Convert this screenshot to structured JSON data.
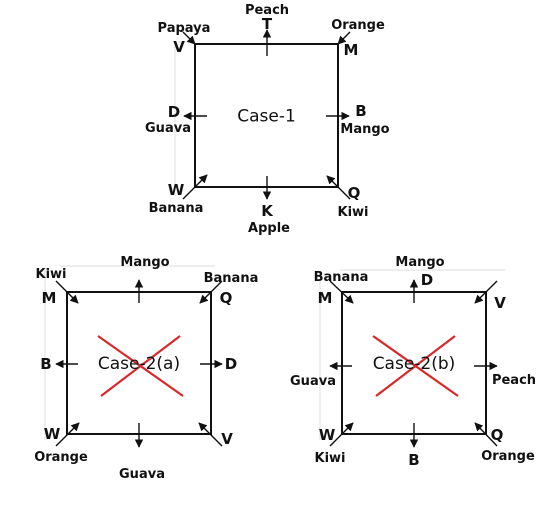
{
  "diagrams": [
    {
      "id": "case-1",
      "title": "Case-1",
      "crossed": false,
      "positions": [
        {
          "pos": "top-left",
          "letter": "V",
          "item": "Papaya"
        },
        {
          "pos": "top",
          "letter": "T",
          "item": "Peach"
        },
        {
          "pos": "top-right",
          "letter": "M",
          "item": "Orange"
        },
        {
          "pos": "right",
          "letter": "B",
          "item": "Mango"
        },
        {
          "pos": "bottom-right",
          "letter": "Q",
          "item": "Kiwi"
        },
        {
          "pos": "bottom",
          "letter": "K",
          "item": "Apple"
        },
        {
          "pos": "bottom-left",
          "letter": "W",
          "item": "Banana"
        },
        {
          "pos": "left",
          "letter": "D",
          "item": "Guava"
        }
      ]
    },
    {
      "id": "case-2a",
      "title": "Case-2(a)",
      "crossed": true,
      "positions": [
        {
          "pos": "top-left",
          "letter": "M",
          "item": "Kiwi"
        },
        {
          "pos": "top",
          "letter": "",
          "item": "Mango"
        },
        {
          "pos": "top-right",
          "letter": "Q",
          "item": "Banana"
        },
        {
          "pos": "right",
          "letter": "D",
          "item": ""
        },
        {
          "pos": "bottom-right",
          "letter": "V",
          "item": ""
        },
        {
          "pos": "bottom",
          "letter": "",
          "item": "Guava"
        },
        {
          "pos": "bottom-left",
          "letter": "W",
          "item": "Orange"
        },
        {
          "pos": "left",
          "letter": "B",
          "item": ""
        }
      ]
    },
    {
      "id": "case-2b",
      "title": "Case-2(b)",
      "crossed": true,
      "positions": [
        {
          "pos": "top-left",
          "letter": "M",
          "item": "Banana"
        },
        {
          "pos": "top",
          "letter": "D",
          "item": "Mango"
        },
        {
          "pos": "top-right",
          "letter": "V",
          "item": ""
        },
        {
          "pos": "right",
          "letter": "",
          "item": "Peach"
        },
        {
          "pos": "bottom-right",
          "letter": "Q",
          "item": "Orange"
        },
        {
          "pos": "bottom",
          "letter": "B",
          "item": ""
        },
        {
          "pos": "bottom-left",
          "letter": "W",
          "item": "Kiwi"
        },
        {
          "pos": "left",
          "letter": "",
          "item": "Guava"
        }
      ]
    }
  ],
  "colors": {
    "ink": "#111111",
    "cross": "#d62a2a",
    "guide": "#e4e4e4"
  }
}
